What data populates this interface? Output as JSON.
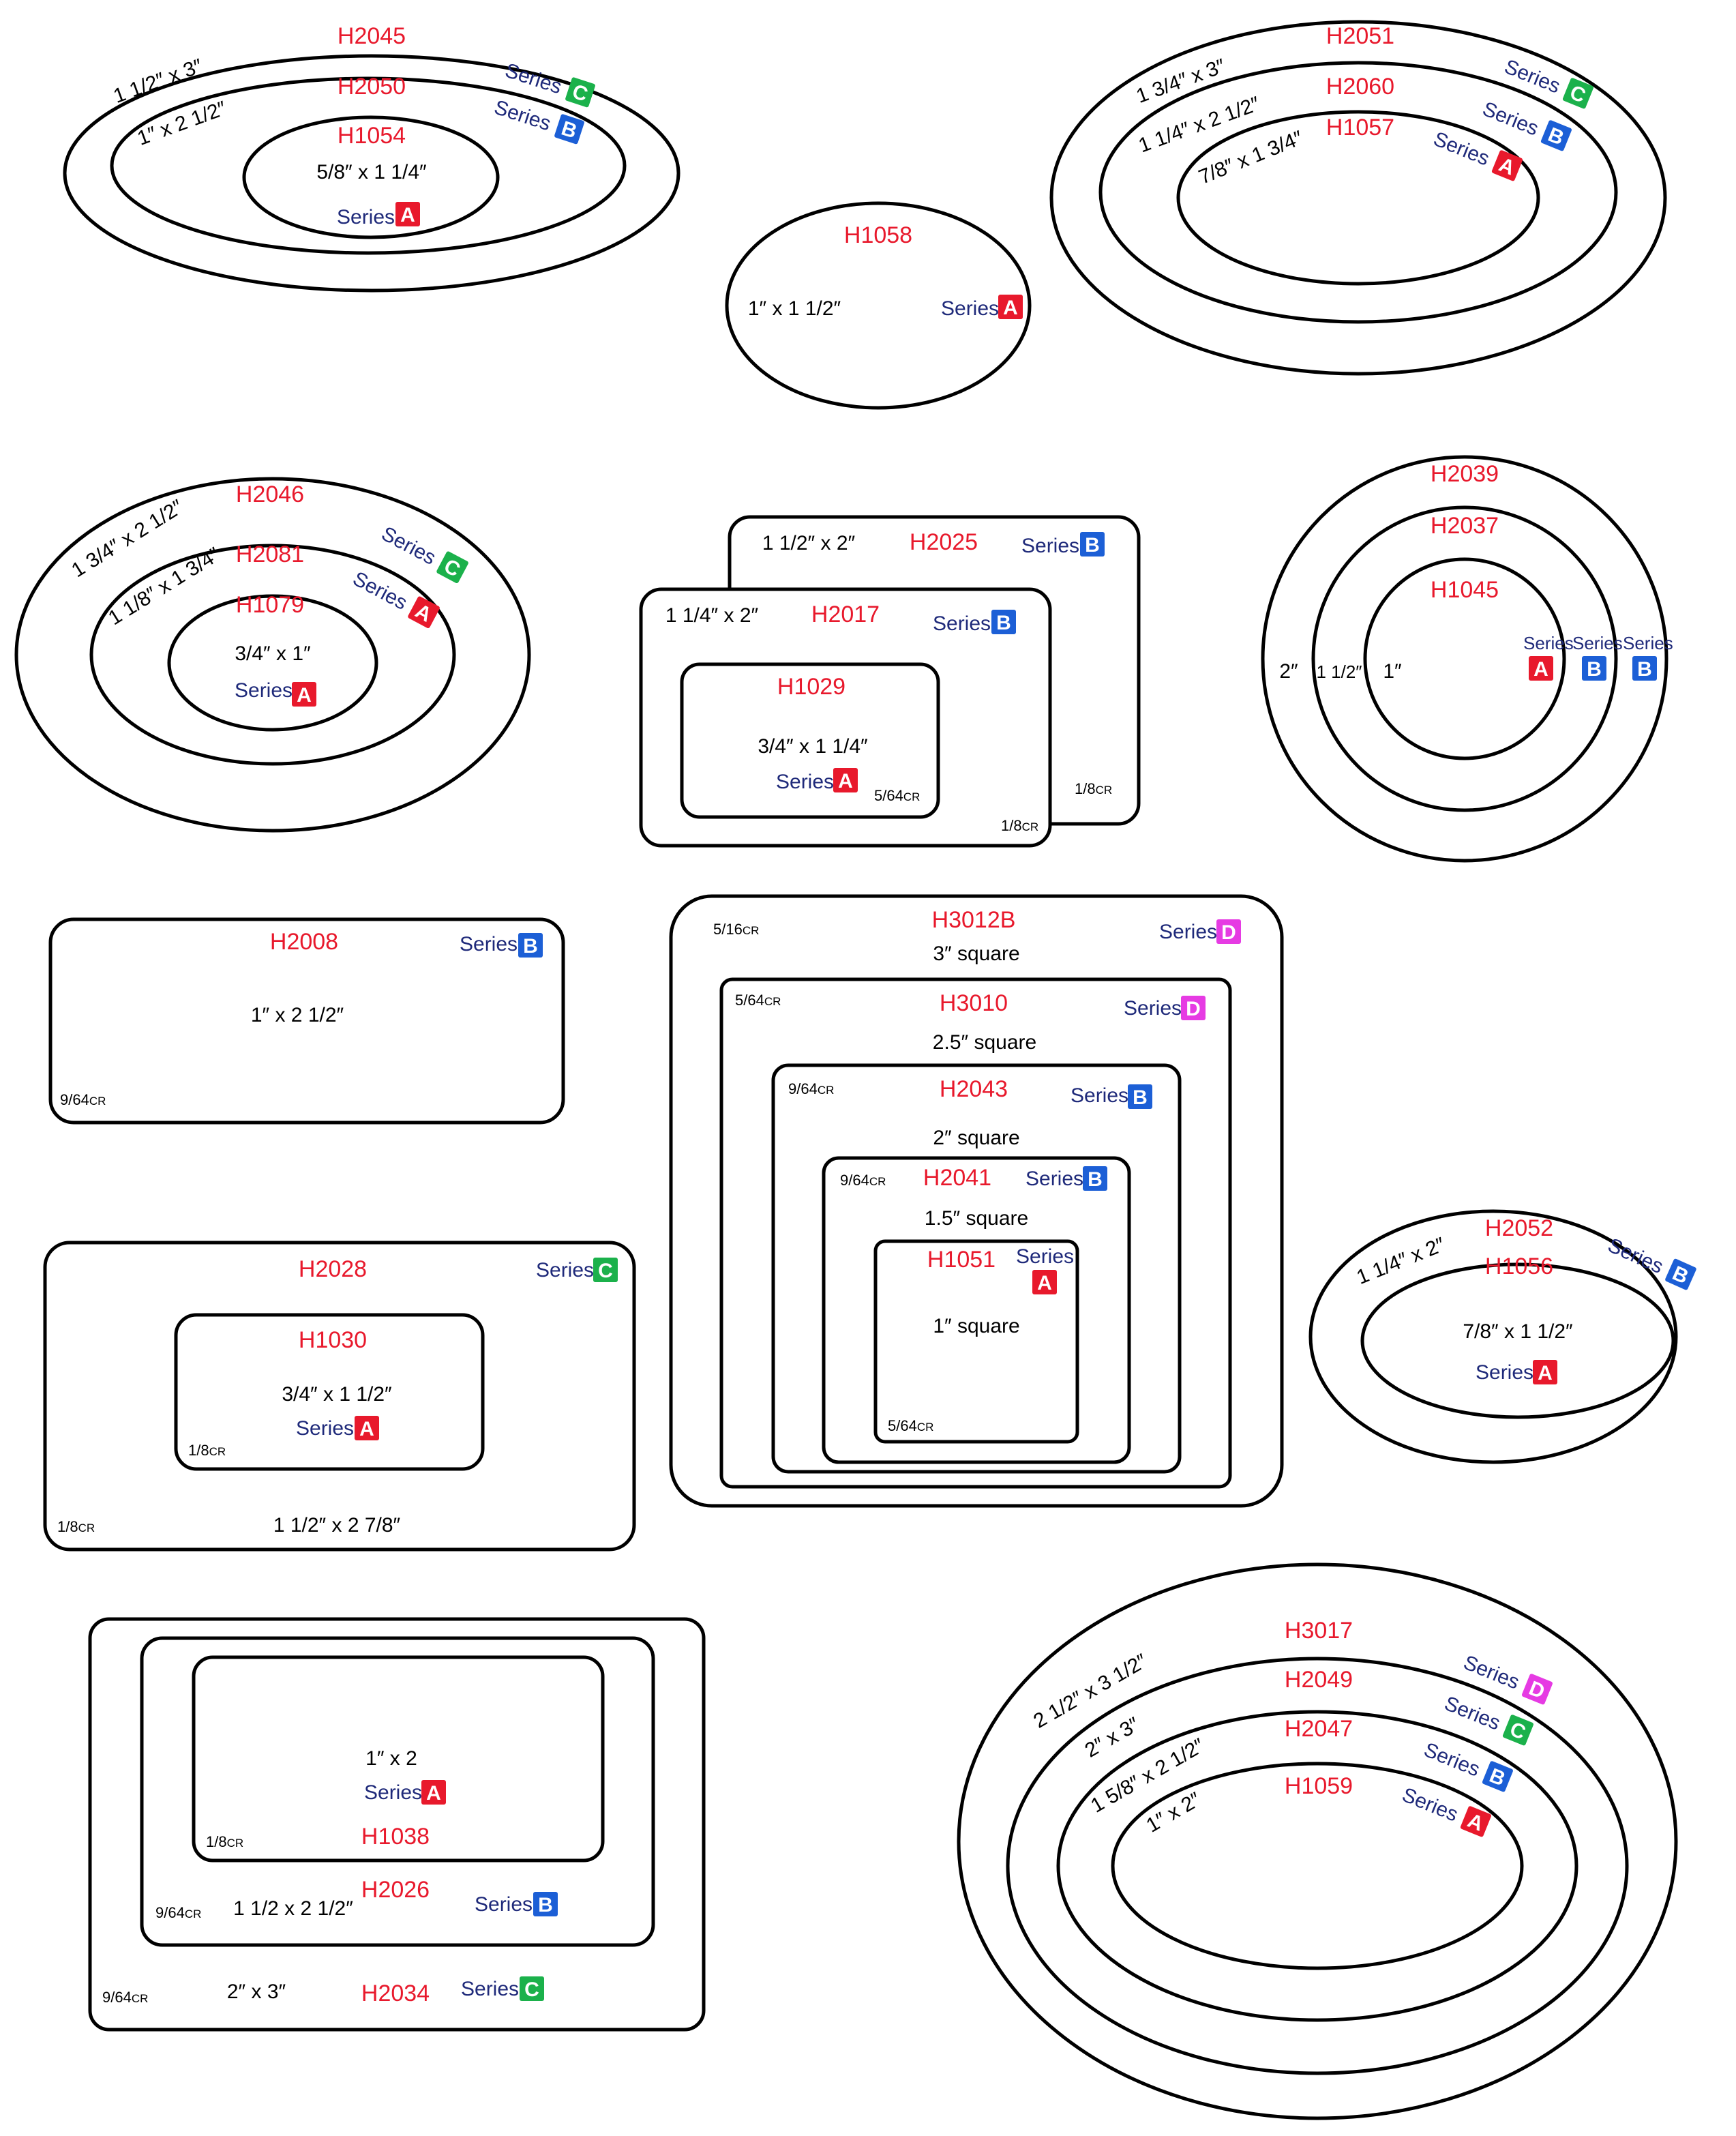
{
  "colors": {
    "code": "#e8192c",
    "series_text": "#1f2a7a",
    "badge": {
      "A": "#e8192c",
      "B": "#1c5fd6",
      "C": "#1bb14b",
      "D": "#e63be3"
    }
  },
  "series_word": "Series",
  "diagram": {
    "codes": {
      "h2045": "H2045",
      "h2050": "H2050",
      "h1054": "H1054",
      "h1058": "H1058",
      "h2051": "H2051",
      "h2060": "H2060",
      "h1057": "H1057",
      "h2046": "H2046",
      "h2081": "H2081",
      "h1079": "H1079",
      "h2025": "H2025",
      "h2017": "H2017",
      "h1029": "H1029",
      "h2039": "H2039",
      "h2037": "H2037",
      "h1045": "H1045",
      "h2008": "H2008",
      "h3012b": "H3012B",
      "h3010": "H3010",
      "h2043": "H2043",
      "h2041": "H2041",
      "h1051": "H1051",
      "h2052": "H2052",
      "h1056": "H1056",
      "h2028": "H2028",
      "h1030": "H1030",
      "h1038": "H1038",
      "h2026": "H2026",
      "h2034": "H2034",
      "h3017": "H3017",
      "h2049": "H2049",
      "h2047": "H2047",
      "h1059": "H1059"
    },
    "sizes": {
      "s1": "1 1/2″ x 3″",
      "s2": "1″ x 2 1/2″",
      "s3": "5/8″ x 1 1/4″",
      "s4": "1″ x 1 1/2″",
      "s5": "1 3/4″ x 3″",
      "s6": "1 1/4″ x 2 1/2″",
      "s7": "7/8″ x 1 3/4″",
      "s8": "1 3/4″ x 2 1/2″",
      "s9": "1 1/8″ x 1 3/4″",
      "s10": "3/4″ x 1″",
      "s11": "1 1/2″ x 2″",
      "s12": "1 1/4″ x 2″",
      "s13": "3/4″ x 1 1/4″",
      "s14": "2″",
      "s15": "1 1/2″",
      "s16": "1″",
      "s17": "1″ x 2 1/2″",
      "s18": "3″ square",
      "s19": "2.5″ square",
      "s20": "2″ square",
      "s21": "1.5″ square",
      "s22": "1″ square",
      "s23": "1 1/4″ x 2″",
      "s24": "7/8″ x 1 1/2″",
      "s25": "3/4″ x 1 1/2″",
      "s26": "1 1/2″ x 2 7/8″",
      "s27": "1″ x 2",
      "s28": "1 1/2 x 2 1/2″",
      "s29": "2″ x 3″",
      "s30": "2 1/2″ x 3 1/2″",
      "s31": "2″ x 3″",
      "s32": "1 5/8″ x 2 1/2″",
      "s33": "1″ x 2″"
    },
    "radii": {
      "r1": "5/64CR",
      "r2": "1/8CR",
      "r3": "1/8CR",
      "r4": "9/64CR",
      "r5": "5/16CR",
      "r6": "5/64CR",
      "r7": "9/64CR",
      "r8": "9/64CR",
      "r9": "5/64CR",
      "r10": "1/8CR",
      "r11": "1/8CR",
      "r12": "1/8CR",
      "r13": "9/64CR",
      "r14": "9/64CR"
    },
    "badges": {
      "b1": "C",
      "b2": "B",
      "b3": "A",
      "b4": "A",
      "b5": "C",
      "b6": "B",
      "b7": "A",
      "b8": "C",
      "b9": "A",
      "b10": "A",
      "b11": "B",
      "b12": "B",
      "b13": "A",
      "b14": "A",
      "b15": "B",
      "b16": "B",
      "b17": "B",
      "b18": "D",
      "b19": "D",
      "b20": "B",
      "b21": "B",
      "b22": "A",
      "b23": "B",
      "b24": "A",
      "b25": "C",
      "b26": "A",
      "b27": "A",
      "b28": "B",
      "b29": "C",
      "b30": "D",
      "b31": "C",
      "b32": "B",
      "b33": "A"
    }
  }
}
